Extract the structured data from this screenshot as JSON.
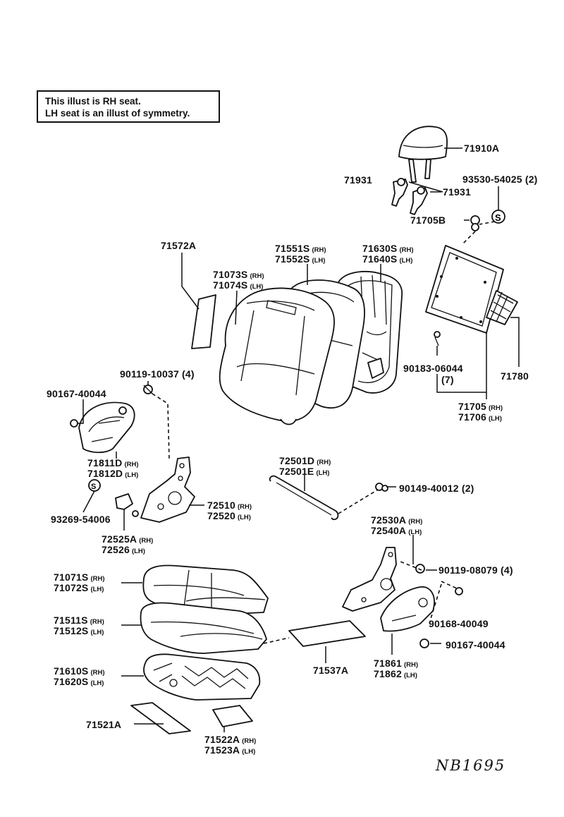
{
  "note": {
    "line1": "This illust is RH seat.",
    "line2": "LH seat is an illust of symmetry."
  },
  "suffix": {
    "rh": "(RH)",
    "lh": "(LH)"
  },
  "labels": {
    "headrest": "71910A",
    "guide_left": "71931",
    "guide_right": "71931",
    "screw_93530": "93530-54025",
    "screw_93530_qty": "(2)",
    "clip_71705b": "71705B",
    "pad_71572a": "71572A",
    "cover_71551s": "71551S",
    "cover_71552s": "71552S",
    "frame_71630s": "71630S",
    "frame_71640s": "71640S",
    "pad_71073s": "71073S",
    "pad_71074s": "71074S",
    "board_71780": "71780",
    "screw_90183": "90183-06044",
    "screw_90183_qty": "(7)",
    "board_71705": "71705",
    "board_71706": "71706",
    "bolt_90119_10037": "90119-10037",
    "bolt_90119_10037_qty": "(4)",
    "screw_90167_left": "90167-40044",
    "cover_71811d": "71811D",
    "cover_71812d": "71812D",
    "rod_72501d": "72501D",
    "rod_72501e": "72501E",
    "screw_90149": "90149-40012",
    "screw_90149_qty": "(2)",
    "screw_93269": "93269-54006",
    "hinge_72510": "72510",
    "hinge_72520": "72520",
    "knob_72525a": "72525A",
    "knob_72526": "72526",
    "hinge_72530a": "72530A",
    "hinge_72540a": "72540A",
    "bolt_90119_08079": "90119-08079",
    "bolt_90119_08079_qty": "(4)",
    "cushion_cover_71071s": "71071S",
    "cushion_cover_71072s": "71072S",
    "cushion_pad_71511s": "71511S",
    "cushion_pad_71512s": "71512S",
    "clip_90168": "90168-40049",
    "cushion_frame_71610s": "71610S",
    "cushion_frame_71620s": "71620S",
    "pad_71537a": "71537A",
    "screw_90167_right": "90167-40044",
    "cover_71861": "71861",
    "cover_71862": "71862",
    "pad_71521a": "71521A",
    "pad_71522a": "71522A",
    "pad_71523a": "71523A"
  },
  "drawing_code": "NB1695"
}
